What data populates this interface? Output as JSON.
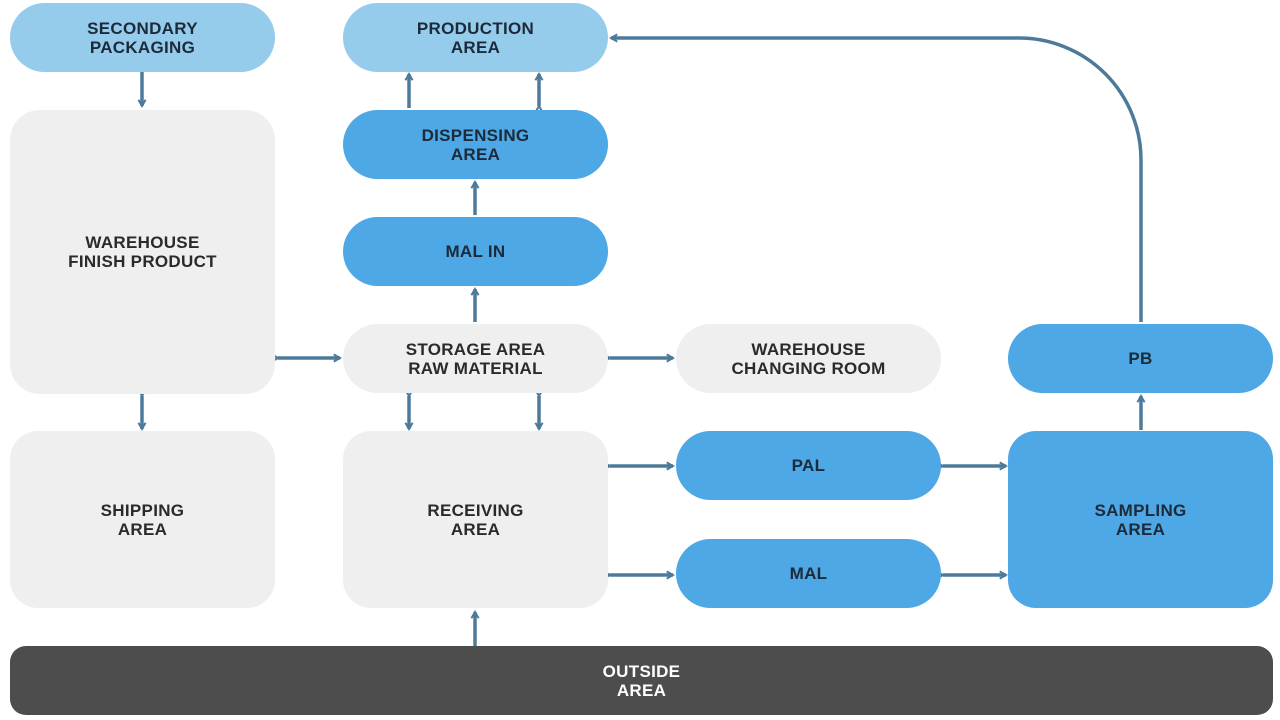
{
  "colors": {
    "light_blue": "#95ccec",
    "blue": "#4ea8e5",
    "gray": "#efefef",
    "dark": "#4d4d4d",
    "connector": "#4d7a9a"
  },
  "nodes": {
    "secondary_packaging": [
      "SECONDARY",
      "PACKAGING"
    ],
    "production_area": [
      "PRODUCTION",
      "AREA"
    ],
    "dispensing_area": [
      "DISPENSING",
      "AREA"
    ],
    "mal_in": [
      "MAL IN"
    ],
    "warehouse_finish_product": [
      "WAREHOUSE",
      "FINISH PRODUCT"
    ],
    "storage_area": [
      "STORAGE AREA",
      "RAW MATERIAL"
    ],
    "warehouse_changing_room": [
      "WAREHOUSE",
      "CHANGING ROOM"
    ],
    "pb": [
      "PB"
    ],
    "shipping_area": [
      "SHIPPING",
      "AREA"
    ],
    "receiving_area": [
      "RECEIVING",
      "AREA"
    ],
    "pal": [
      "PAL"
    ],
    "mal": [
      "MAL"
    ],
    "sampling_area": [
      "SAMPLING",
      "AREA"
    ],
    "outside_area": [
      "OUTSIDE",
      "AREA"
    ]
  },
  "connections": [
    {
      "from": "secondary_packaging",
      "to": "warehouse_finish_product",
      "direction": "one-way"
    },
    {
      "from": "dispensing_area",
      "to": "production_area",
      "direction": "one-way"
    },
    {
      "from": "dispensing_area",
      "to": "production_area",
      "direction": "two-way"
    },
    {
      "from": "mal_in",
      "to": "dispensing_area",
      "direction": "one-way"
    },
    {
      "from": "storage_area",
      "to": "mal_in",
      "direction": "one-way"
    },
    {
      "from": "warehouse_finish_product",
      "to": "storage_area",
      "direction": "two-way"
    },
    {
      "from": "storage_area",
      "to": "warehouse_changing_room",
      "direction": "two-way"
    },
    {
      "from": "warehouse_finish_product",
      "to": "shipping_area",
      "direction": "two-way"
    },
    {
      "from": "storage_area",
      "to": "receiving_area",
      "direction": "two-way"
    },
    {
      "from": "storage_area",
      "to": "receiving_area",
      "direction": "two-way"
    },
    {
      "from": "receiving_area",
      "to": "pal",
      "direction": "two-way"
    },
    {
      "from": "receiving_area",
      "to": "mal",
      "direction": "two-way"
    },
    {
      "from": "pal",
      "to": "sampling_area",
      "direction": "two-way"
    },
    {
      "from": "mal",
      "to": "sampling_area",
      "direction": "two-way"
    },
    {
      "from": "sampling_area",
      "to": "pb",
      "direction": "one-way"
    },
    {
      "from": "pb",
      "to": "production_area",
      "direction": "one-way"
    },
    {
      "from": "outside_area",
      "to": "receiving_area",
      "direction": "one-way"
    }
  ]
}
